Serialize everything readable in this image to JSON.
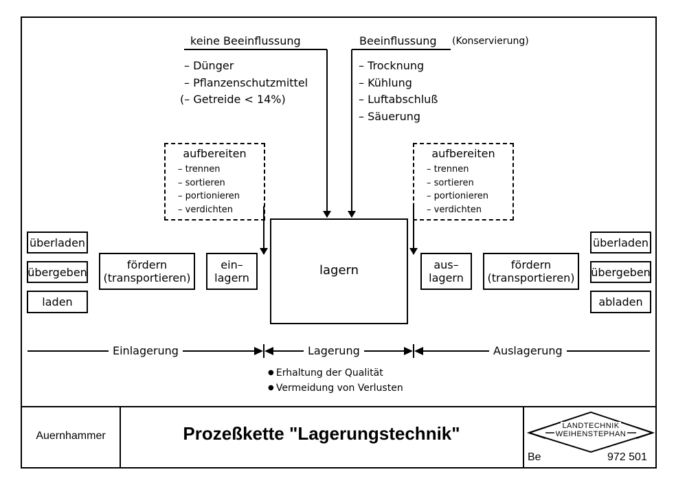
{
  "header": {
    "left_label": "keine Beeinflussung",
    "right_label": "Beeinflussung",
    "right_sub": "(Konservierung)"
  },
  "left_list": [
    "Dünger",
    "Pflanzenschutzmittel"
  ],
  "left_list_extra": "(– Getreide  < 14%)",
  "right_list": [
    "Trocknung",
    "Kühlung",
    "Luftabschluß",
    "Säuerung"
  ],
  "prep_left": {
    "title": "aufbereiten",
    "items": [
      "trennen",
      "sortieren",
      "portionieren",
      "verdichten"
    ]
  },
  "prep_right": {
    "title": "aufbereiten",
    "items": [
      "trennen",
      "sortieren",
      "portionieren",
      "verdichten"
    ]
  },
  "left_ops": [
    "überladen",
    "übergeben",
    "laden"
  ],
  "right_ops": [
    "überladen",
    "übergeben",
    "abladen"
  ],
  "foerdern_left": {
    "line1": "fördern",
    "line2": "(transportieren)"
  },
  "foerdern_right": {
    "line1": "fördern",
    "line2": "(transportieren)"
  },
  "einlagern": {
    "line1": "ein–",
    "line2": "lagern"
  },
  "auslagern": {
    "line1": "aus–",
    "line2": "lagern"
  },
  "lagern": "lagern",
  "phases": {
    "in": "Einlagerung",
    "store": "Lagerung",
    "out": "Auslagerung"
  },
  "bullets": [
    "Erhaltung der Qualität",
    "Vermeidung von Verlusten"
  ],
  "footer": {
    "author": "Auernhammer",
    "title": "Prozeßkette \"Lagerungstechnik\"",
    "logo_line1": "LANDTECHNIK",
    "logo_line2": "WEIHENSTEPHAN",
    "code": "Be",
    "number": "972 501"
  }
}
